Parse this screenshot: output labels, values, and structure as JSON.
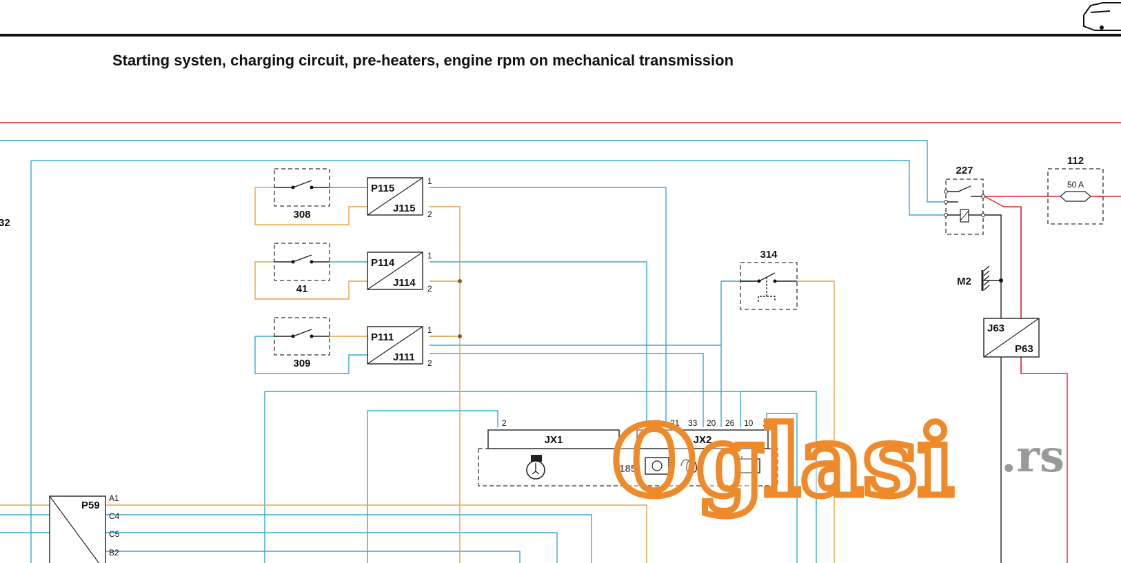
{
  "title": "Starting systen, charging circuit, pre-heaters, engine rpm on mechanical transmission",
  "edge_label": "32",
  "components": {
    "switch_308": "308",
    "switch_41": "41",
    "switch_309": "309",
    "switch_314": "314",
    "relay_227": "227",
    "fuse_112": "112",
    "fuse_rating": "50 A",
    "ground_m2": "M2"
  },
  "modules": {
    "p115": {
      "top": "P115",
      "bottom": "J115",
      "pin_a": "1",
      "pin_b": "2"
    },
    "p114": {
      "top": "P114",
      "bottom": "J114",
      "pin_a": "1",
      "pin_b": "2"
    },
    "p111": {
      "top": "P111",
      "bottom": "J111",
      "pin_a": "1",
      "pin_b": "2"
    },
    "j63": {
      "top": "J63",
      "bottom": "P63"
    },
    "p59": {
      "label": "P59",
      "pins": [
        "A1",
        "C4",
        "C5",
        "B2"
      ]
    }
  },
  "ecu": {
    "jx1_label": "JX1",
    "jx2_label": "JX2",
    "jx1_pin": "2",
    "jx2_pins": [
      "22",
      "21",
      "33",
      "20",
      "26",
      "10",
      "11"
    ],
    "unit_label": "185"
  },
  "watermark": {
    "brand": "Oglasi",
    "suffix": ".rs"
  },
  "colors": {
    "wire_blue": "#37a8cf",
    "wire_orange": "#e8a24a",
    "wire_red": "#d9262e",
    "wire_black": "#222222",
    "watermark_orange": "#ee8a2a"
  }
}
